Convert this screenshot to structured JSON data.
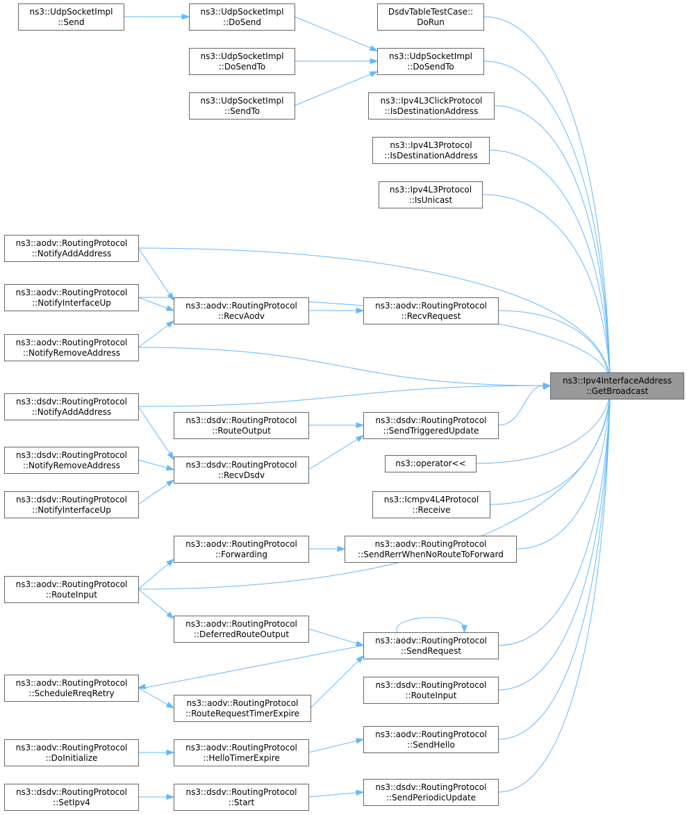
{
  "colors": {
    "edge": "#63b8ff",
    "node_border": "#666666",
    "node_fill": "#ffffff",
    "root_fill": "#999999",
    "text": "#000000"
  },
  "nodes": [
    {
      "id": "udp-send",
      "lines": [
        "ns3::UdpSocketImpl",
        "::Send"
      ]
    },
    {
      "id": "udp-dosend",
      "lines": [
        "ns3::UdpSocketImpl",
        "::DoSend"
      ]
    },
    {
      "id": "udp-dosendto-left",
      "lines": [
        "ns3::UdpSocketImpl",
        "::DoSendTo"
      ]
    },
    {
      "id": "udp-sendto",
      "lines": [
        "ns3::UdpSocketImpl",
        "::SendTo"
      ]
    },
    {
      "id": "dsdvtable-dorun",
      "lines": [
        "DsdvTableTestCase::",
        "DoRun"
      ]
    },
    {
      "id": "udp-dosendto",
      "lines": [
        "ns3::UdpSocketImpl",
        "::DoSendTo"
      ]
    },
    {
      "id": "click-isdest",
      "lines": [
        "ns3::Ipv4L3ClickProtocol",
        "::IsDestinationAddress"
      ]
    },
    {
      "id": "ipv4l3-isdest",
      "lines": [
        "ns3::Ipv4L3Protocol",
        "::IsDestinationAddress"
      ]
    },
    {
      "id": "ipv4l3-isunicast",
      "lines": [
        "ns3::Ipv4L3Protocol",
        "::IsUnicast"
      ]
    },
    {
      "id": "aodv-notifyadd",
      "lines": [
        "ns3::aodv::RoutingProtocol",
        "::NotifyAddAddress"
      ]
    },
    {
      "id": "aodv-notifyup",
      "lines": [
        "ns3::aodv::RoutingProtocol",
        "::NotifyInterfaceUp"
      ]
    },
    {
      "id": "aodv-recvaodv",
      "lines": [
        "ns3::aodv::RoutingProtocol",
        "::RecvAodv"
      ]
    },
    {
      "id": "aodv-recvrequest",
      "lines": [
        "ns3::aodv::RoutingProtocol",
        "::RecvRequest"
      ]
    },
    {
      "id": "aodv-notifyremove",
      "lines": [
        "ns3::aodv::RoutingProtocol",
        "::NotifyRemoveAddress"
      ]
    },
    {
      "id": "root",
      "lines": [
        "ns3::Ipv4InterfaceAddress",
        "::GetBroadcast"
      ],
      "root": true
    },
    {
      "id": "dsdv-notifyadd",
      "lines": [
        "ns3::dsdv::RoutingProtocol",
        "::NotifyAddAddress"
      ]
    },
    {
      "id": "dsdv-routeoutput",
      "lines": [
        "ns3::dsdv::RoutingProtocol",
        "::RouteOutput"
      ]
    },
    {
      "id": "dsdv-sendtriggered",
      "lines": [
        "ns3::dsdv::RoutingProtocol",
        "::SendTriggeredUpdate"
      ]
    },
    {
      "id": "dsdv-notifyremove",
      "lines": [
        "ns3::dsdv::RoutingProtocol",
        "::NotifyRemoveAddress"
      ]
    },
    {
      "id": "dsdv-recvdsdv",
      "lines": [
        "ns3::dsdv::RoutingProtocol",
        "::RecvDsdv"
      ]
    },
    {
      "id": "operator",
      "lines": [
        "ns3::operator<<"
      ]
    },
    {
      "id": "dsdv-notifyup",
      "lines": [
        "ns3::dsdv::RoutingProtocol",
        "::NotifyInterfaceUp"
      ]
    },
    {
      "id": "icmp-receive",
      "lines": [
        "ns3::Icmpv4L4Protocol",
        "::Receive"
      ]
    },
    {
      "id": "aodv-forwarding",
      "lines": [
        "ns3::aodv::RoutingProtocol",
        "::Forwarding"
      ]
    },
    {
      "id": "aodv-senderr",
      "lines": [
        "ns3::aodv::RoutingProtocol",
        "::SendRerrWhenNoRouteToForward"
      ]
    },
    {
      "id": "aodv-routeinput",
      "lines": [
        "ns3::aodv::RoutingProtocol",
        "::RouteInput"
      ]
    },
    {
      "id": "aodv-deferred",
      "lines": [
        "ns3::aodv::RoutingProtocol",
        "::DeferredRouteOutput"
      ]
    },
    {
      "id": "aodv-sendrequest",
      "lines": [
        "ns3::aodv::RoutingProtocol",
        "::SendRequest"
      ]
    },
    {
      "id": "aodv-schedulerreq",
      "lines": [
        "ns3::aodv::RoutingProtocol",
        "::ScheduleRreqRetry"
      ]
    },
    {
      "id": "dsdv-routeinput",
      "lines": [
        "ns3::dsdv::RoutingProtocol",
        "::RouteInput"
      ]
    },
    {
      "id": "aodv-routereqtimer",
      "lines": [
        "ns3::aodv::RoutingProtocol",
        "::RouteRequestTimerExpire"
      ]
    },
    {
      "id": "aodv-doinit",
      "lines": [
        "ns3::aodv::RoutingProtocol",
        "::DoInitialize"
      ]
    },
    {
      "id": "aodv-hellotimer",
      "lines": [
        "ns3::aodv::RoutingProtocol",
        "::HelloTimerExpire"
      ]
    },
    {
      "id": "aodv-sendhello",
      "lines": [
        "ns3::aodv::RoutingProtocol",
        "::SendHello"
      ]
    },
    {
      "id": "dsdv-setipv4",
      "lines": [
        "ns3::dsdv::RoutingProtocol",
        "::SetIpv4"
      ]
    },
    {
      "id": "dsdv-start",
      "lines": [
        "ns3::dsdv::RoutingProtocol",
        "::Start"
      ]
    },
    {
      "id": "dsdv-sendperiodic",
      "lines": [
        "ns3::dsdv::RoutingProtocol",
        "::SendPeriodicUpdate"
      ]
    }
  ],
  "edges": [
    {
      "from": "udp-send",
      "to": "udp-dosend"
    },
    {
      "from": "udp-dosend",
      "to": "udp-dosendto"
    },
    {
      "from": "udp-dosendto-left",
      "to": "udp-dosendto"
    },
    {
      "from": "udp-sendto",
      "to": "udp-dosendto"
    },
    {
      "from": "dsdvtable-dorun",
      "to": "root"
    },
    {
      "from": "udp-dosendto",
      "to": "root"
    },
    {
      "from": "click-isdest",
      "to": "root"
    },
    {
      "from": "ipv4l3-isdest",
      "to": "root"
    },
    {
      "from": "ipv4l3-isunicast",
      "to": "root"
    },
    {
      "from": "aodv-notifyadd",
      "to": "root"
    },
    {
      "from": "aodv-notifyadd",
      "to": "aodv-recvaodv"
    },
    {
      "from": "aodv-notifyup",
      "to": "root"
    },
    {
      "from": "aodv-notifyup",
      "to": "aodv-recvaodv"
    },
    {
      "from": "aodv-notifyremove",
      "to": "aodv-recvaodv"
    },
    {
      "from": "aodv-notifyremove",
      "to": "root"
    },
    {
      "from": "aodv-recvaodv",
      "to": "aodv-recvrequest"
    },
    {
      "from": "aodv-recvrequest",
      "to": "root"
    },
    {
      "from": "dsdv-notifyadd",
      "to": "root"
    },
    {
      "from": "dsdv-notifyadd",
      "to": "dsdv-recvdsdv"
    },
    {
      "from": "dsdv-routeoutput",
      "to": "dsdv-sendtriggered"
    },
    {
      "from": "dsdv-recvdsdv",
      "to": "dsdv-sendtriggered"
    },
    {
      "from": "dsdv-sendtriggered",
      "to": "root"
    },
    {
      "from": "dsdv-notifyremove",
      "to": "dsdv-recvdsdv"
    },
    {
      "from": "dsdv-notifyup",
      "to": "dsdv-recvdsdv"
    },
    {
      "from": "operator",
      "to": "root"
    },
    {
      "from": "icmp-receive",
      "to": "root"
    },
    {
      "from": "aodv-forwarding",
      "to": "aodv-senderr"
    },
    {
      "from": "aodv-senderr",
      "to": "root"
    },
    {
      "from": "aodv-routeinput",
      "to": "aodv-forwarding"
    },
    {
      "from": "aodv-routeinput",
      "to": "root"
    },
    {
      "from": "aodv-routeinput",
      "to": "aodv-deferred"
    },
    {
      "from": "aodv-deferred",
      "to": "aodv-sendrequest"
    },
    {
      "from": "aodv-sendrequest",
      "to": "aodv-sendrequest"
    },
    {
      "from": "aodv-sendrequest",
      "to": "root"
    },
    {
      "from": "aodv-sendrequest",
      "to": "aodv-schedulerreq"
    },
    {
      "from": "aodv-schedulerreq",
      "to": "aodv-routereqtimer"
    },
    {
      "from": "aodv-routereqtimer",
      "to": "aodv-sendrequest"
    },
    {
      "from": "dsdv-routeinput",
      "to": "root"
    },
    {
      "from": "aodv-doinit",
      "to": "aodv-hellotimer"
    },
    {
      "from": "aodv-hellotimer",
      "to": "aodv-sendhello"
    },
    {
      "from": "aodv-sendhello",
      "to": "root"
    },
    {
      "from": "dsdv-setipv4",
      "to": "dsdv-start"
    },
    {
      "from": "dsdv-start",
      "to": "dsdv-sendperiodic"
    },
    {
      "from": "dsdv-sendperiodic",
      "to": "root"
    }
  ]
}
